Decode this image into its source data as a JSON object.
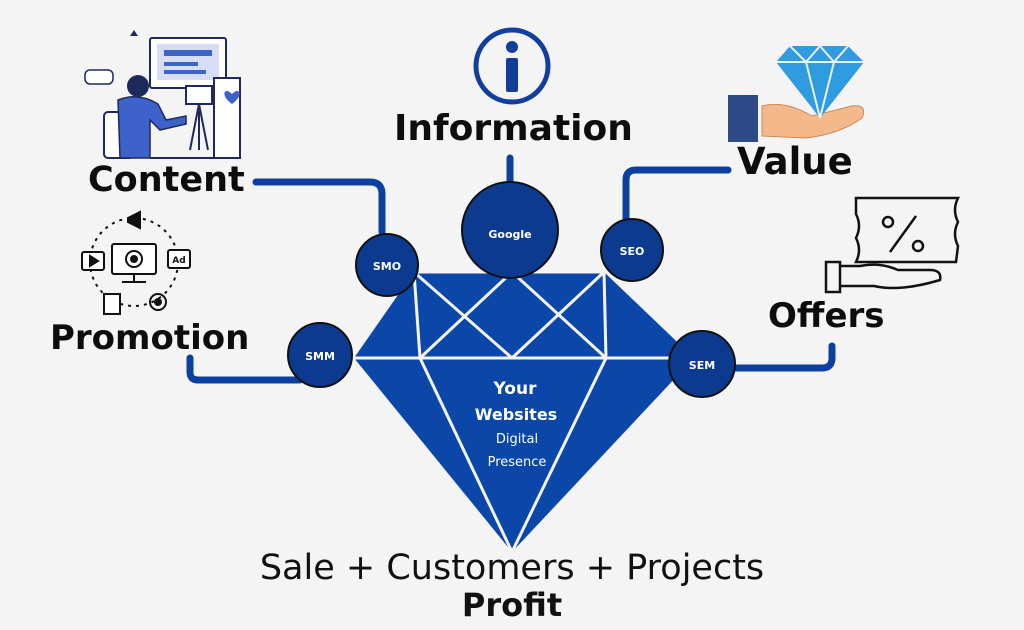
{
  "labels": {
    "information": "Information",
    "content": "Content",
    "value": "Value",
    "promotion": "Promotion",
    "offers": "Offers"
  },
  "nodes": {
    "google": "Google",
    "smo": "SMO",
    "seo": "SEO",
    "smm": "SMM",
    "sem": "SEM"
  },
  "center": {
    "line1": "Your",
    "line2": "Websites",
    "line3": "Digital",
    "line4": "Presence"
  },
  "bottom": {
    "equation": "Sale + Customers + Projects",
    "result": "Profit"
  },
  "colors": {
    "diamond": "#0a47a8",
    "node": "#0b3a8f",
    "connector": "#0b3fa0",
    "value_gem": "#2f9be0",
    "hand": "#f4b98a"
  },
  "icons": [
    "content-creator-illustration",
    "info-icon",
    "value-diamond-hand-icon",
    "promotion-cycle-icon",
    "discount-offer-icon"
  ]
}
